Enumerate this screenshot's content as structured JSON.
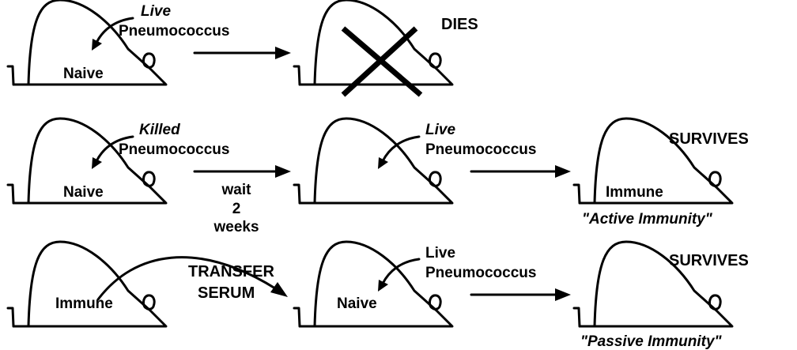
{
  "rows": [
    {
      "injection": {
        "qualifier": "Live",
        "agent": "Pneumococcus"
      },
      "mouse_label": "Naive",
      "result": "DIES"
    },
    {
      "injection": {
        "qualifier": "Killed",
        "agent": "Pneumococcus"
      },
      "mouse_label": "Naive",
      "wait": [
        "wait",
        "2",
        "weeks"
      ],
      "challenge": {
        "qualifier": "Live",
        "agent": "Pneumococcus"
      },
      "final_mouse_label": "Immune",
      "result": "SURVIVES",
      "caption": "\"Active Immunity\""
    },
    {
      "donor_label": "Immune",
      "transfer": [
        "TRANSFER",
        "SERUM"
      ],
      "recipient_label": "Naive",
      "challenge": {
        "qualifier": "Live",
        "agent": "Pneumococcus"
      },
      "result": "SURVIVES",
      "caption": "\"Passive Immunity\""
    }
  ]
}
